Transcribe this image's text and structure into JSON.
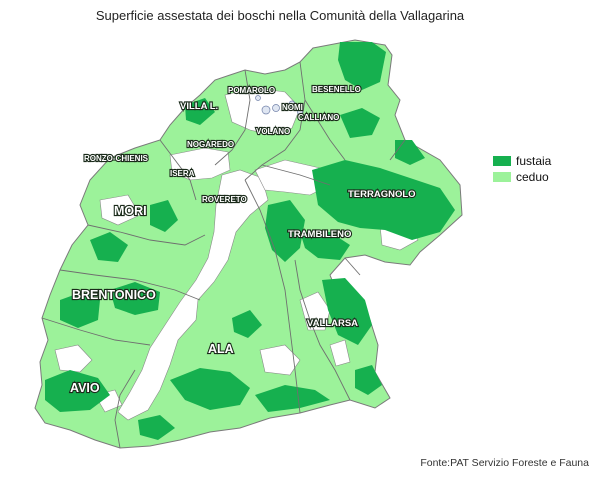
{
  "title": "Superficie assestata dei boschi nella Comunità della Vallagarina",
  "legend": [
    {
      "label": "fustaia",
      "color": "#16b04f"
    },
    {
      "label": "ceduo",
      "color": "#9cf29a"
    }
  ],
  "municipalities": {
    "pomarolo": "POMAROLO",
    "besenello": "BESENELLO",
    "villa": "VILLA L.",
    "nomi": "NOMI",
    "calliano": "CALLIANO",
    "volano": "VOLANO",
    "nogaredo": "NOGAREDO",
    "ronzo": "RONZO-CHIENIS",
    "isera": "ISERA",
    "rovereto": "ROVERETO",
    "terragnolo": "TERRAGNOLO",
    "mori": "MORI",
    "trambileno": "TRAMBILENO",
    "brentonico": "BRENTONICO",
    "vallarsa": "VALLARSA",
    "ala": "ALA",
    "avio": "AVIO"
  },
  "source": "Fonte:PAT Servizio Foreste e Fauna",
  "colors": {
    "fustaia": "#16b04f",
    "ceduo": "#9cf29a",
    "border": "#7a7a7a",
    "unforested": "#ffffff"
  }
}
